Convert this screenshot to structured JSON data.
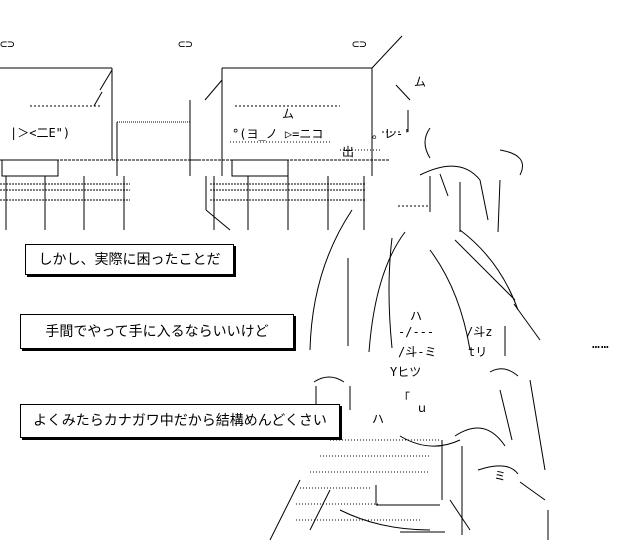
{
  "captions": [
    "しかし、実際に困ったことだ",
    "手間でやって手に入るならいいけど",
    "よくみたらカナガワ中だから結構めんどくさい"
  ],
  "ellipsis": "……",
  "art_text": {
    "brackets": [
      "⊂⊃",
      "⊂⊃",
      "⊂⊃"
    ],
    "face_left": "|＞<二E\")",
    "face_mid": "°(ヨ_ノ  ▷=ニコ",
    "face_mid_mark": "ム",
    "face_right": "。レ-'",
    "right_mark": "ム",
    "hands": "出",
    "girl_marks": [
      "-/---",
      "/斗z",
      "/斗-ミ",
      "tリ",
      "Yヒツ",
      "ｕ",
      "「",
      "ミ",
      "ハ",
      "ハ"
    ]
  },
  "colors": {
    "ink": "#000000",
    "paper": "#ffffff"
  }
}
